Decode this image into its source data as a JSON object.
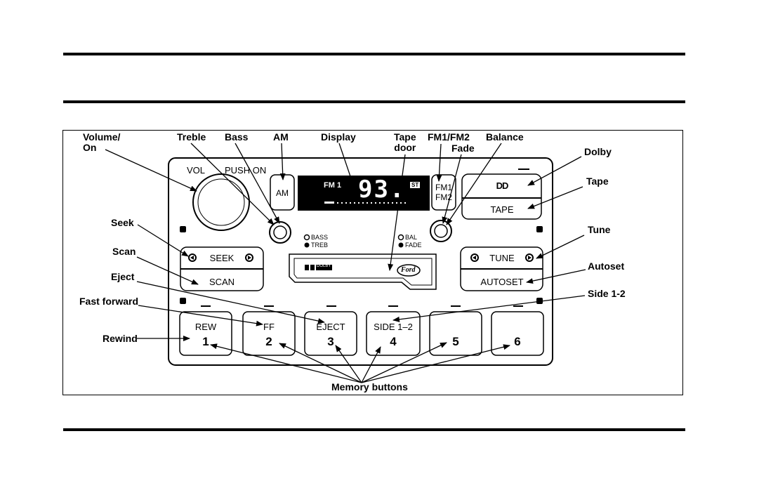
{
  "labels": {
    "volume_on": "Volume/\nOn",
    "treble": "Treble",
    "bass": "Bass",
    "am": "AM",
    "display": "Display",
    "tape_door": "Tape\ndoor",
    "fm1_fm2": "FM1/FM2",
    "fade": "Fade",
    "balance": "Balance",
    "dolby": "Dolby",
    "tape": "Tape",
    "tune": "Tune",
    "autoset": "Autoset",
    "side_1_2": "Side 1-2",
    "seek": "Seek",
    "scan": "Scan",
    "eject": "Eject",
    "fast_forward": "Fast forward",
    "rewind": "Rewind",
    "memory_buttons": "Memory buttons"
  },
  "radio": {
    "vol": "VOL",
    "push_on": "PUSH ON",
    "am_button": "AM",
    "display_band": "FM 1",
    "display_freq": "93.",
    "display_st": "ST",
    "fm1": "FM1",
    "fm2": "FM2",
    "bass": "BASS",
    "treb": "TREB",
    "bal": "BAL",
    "fade": "FADE",
    "dolby_symbol": "DD",
    "tape_button": "TAPE",
    "seek_button": "SEEK",
    "scan_button": "SCAN",
    "tune_button": "TUNE",
    "autoset_button": "AUTOSET",
    "dolby_bnr": "DOLBY B NR",
    "brand": "Ford",
    "preset_buttons": [
      {
        "label": "REW",
        "number": "1"
      },
      {
        "label": "FF",
        "number": "2"
      },
      {
        "label": "EJECT",
        "number": "3"
      },
      {
        "label": "SIDE 1–2",
        "number": "4"
      },
      {
        "label": "",
        "number": "5"
      },
      {
        "label": "",
        "number": "6"
      }
    ]
  }
}
